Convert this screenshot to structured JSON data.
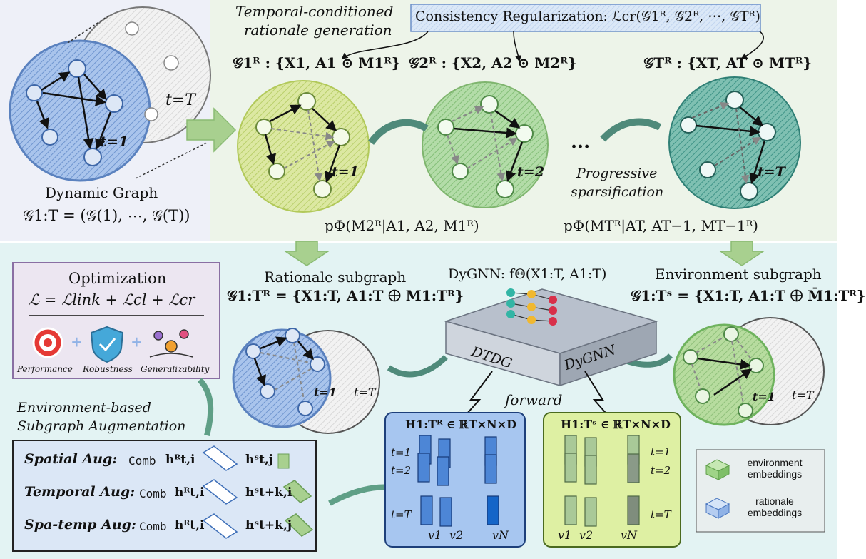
{
  "top_left": {
    "title": "Dynamic Graph",
    "formula": "𝒢1:T = (𝒢(1), ⋯, 𝒢(T))",
    "label_tT": "t=T",
    "label_t1": "t=1"
  },
  "top_right": {
    "section_title_line1": "Temporal-conditioned",
    "section_title_line2": "rationale generation",
    "consistency": "Consistency Regularization: ℒcr(𝒢1ᴿ, 𝒢2ᴿ, ⋯, 𝒢Tᴿ)",
    "g1": "𝒢1ᴿ : {X1, A1 ⊙ M1ᴿ}",
    "g2": "𝒢2ᴿ : {X2, A2 ⊙ M2ᴿ}",
    "gT": "𝒢Tᴿ : {XT, AT ⊙ MTᴿ}",
    "t1": "t=1",
    "t2": "t=2",
    "tT": "t=T",
    "dots": "...",
    "progressive_line1": "Progressive",
    "progressive_line2": "sparsification",
    "p2": "pΦ(M2ᴿ|A1, A2, M1ᴿ)",
    "pT": "pΦ(MTᴿ|AT, AT−1, MT−1ᴿ)"
  },
  "optimization": {
    "title": "Optimization",
    "formula": "ℒ = ℒlink + ℒcl + ℒcr",
    "labels": [
      "Performance",
      "Robustness",
      "Generalizability"
    ]
  },
  "rationale": {
    "title": "Rationale subgraph",
    "formula": "𝒢1:Tᴿ = {X1:T, A1:T ⨁ M1:Tᴿ}",
    "t1": "t=1",
    "tT": "t=T"
  },
  "dygnn": {
    "title": "DyGNN: fΘ(X1:T, A1:T)",
    "side_left": "DTDG",
    "side_right": "DyGNN",
    "forward": "forward"
  },
  "environment": {
    "title": "Environment subgraph",
    "formula": "𝒢1:Tˢ = {X1:T, A1:T ⨁ M̄1:Tᴿ}",
    "t1": "t=1",
    "tT": "t=T"
  },
  "augmentation": {
    "title_line1": "Environment-based",
    "title_line2": "Subgraph Augmentation",
    "rows": [
      {
        "label": "Spatial Aug:",
        "a": "hᴿt,i",
        "b": "hˢt,j"
      },
      {
        "label": "Temporal Aug:",
        "a": "hᴿt,i",
        "b": "hˢt+k,i"
      },
      {
        "label": "Spa-temp Aug:",
        "a": "hᴿt,i",
        "b": "hˢt+k,j"
      }
    ],
    "comb": "Comb"
  },
  "h_rationale": {
    "formula": "H1:Tᴿ ∈ ℝT×N×D",
    "t1": "t=1",
    "t2": "t=2",
    "tT": "t=T",
    "v1": "v1",
    "v2": "v2",
    "vN": "vN"
  },
  "h_environment": {
    "formula": "H1:Tˢ ∈ ℝT×N×D",
    "t1": "t=1",
    "t2": "t=2",
    "tT": "t=T",
    "v1": "v1",
    "v2": "v2",
    "vN": "vN"
  },
  "legend": {
    "env": "environment embeddings",
    "rat": "rationale embeddings"
  },
  "colors": {
    "top_left_bg": "#eef0f8",
    "top_right_bg": "#edf4e9",
    "bottom_bg": "#e3f3f3",
    "rationale_blue": "#7fa6d9",
    "env_green": "#8bc07a",
    "teal": "#3b8f86",
    "yellow_green": "#cfe07a"
  }
}
